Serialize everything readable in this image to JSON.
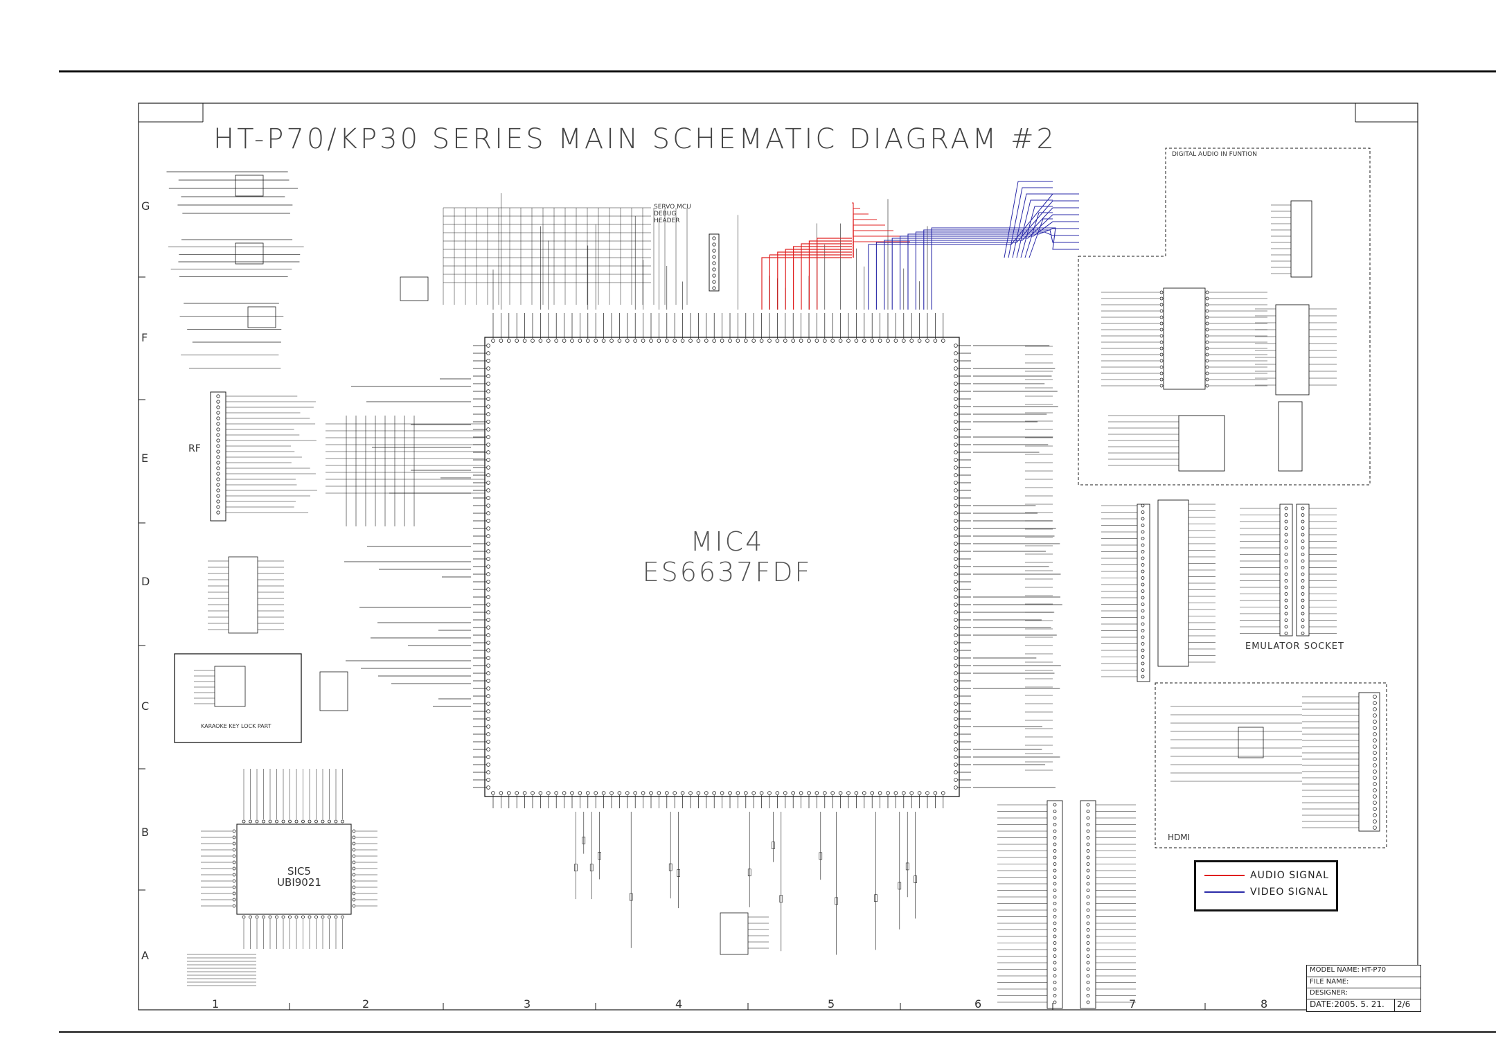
{
  "title": "HT-P70/KP30 SERIES MAIN SCHEMATIC DIAGRAM #2",
  "main_chip": {
    "ref": "MIC4",
    "part": "ES6637FDF"
  },
  "usb_chip": {
    "ref": "SIC5",
    "part": "UBI9021"
  },
  "blocks": {
    "rf": "RF",
    "karaoke": "KARAOKE KEY LOCK PART",
    "emulator": "EMULATOR SOCKET",
    "digital_audio": "DIGITAL AUDIO IN FUNTION",
    "hdmi": "HDMI",
    "servo_header": "SERVO MCU DEBUG HEADER"
  },
  "legend": [
    {
      "label": "AUDIO SIGNAL",
      "color": "#e02020"
    },
    {
      "label": "VIDEO SIGNAL",
      "color": "#2a2aa8"
    }
  ],
  "title_block": {
    "model_name": "MODEL NAME: HT-P70",
    "file_name": "FILE NAME:",
    "designer": "DESIGNER:",
    "date": "DATE:2005. 5. 21.",
    "sheet": "2/6"
  },
  "grid": {
    "columns": [
      "1",
      "2",
      "3",
      "4",
      "5",
      "6",
      "7",
      "8"
    ],
    "rows": [
      "G",
      "F",
      "E",
      "D",
      "C",
      "B",
      "A"
    ]
  },
  "colors": {
    "line": "#1a1a1a",
    "audio": "#e02020",
    "video": "#2a2aa8"
  }
}
